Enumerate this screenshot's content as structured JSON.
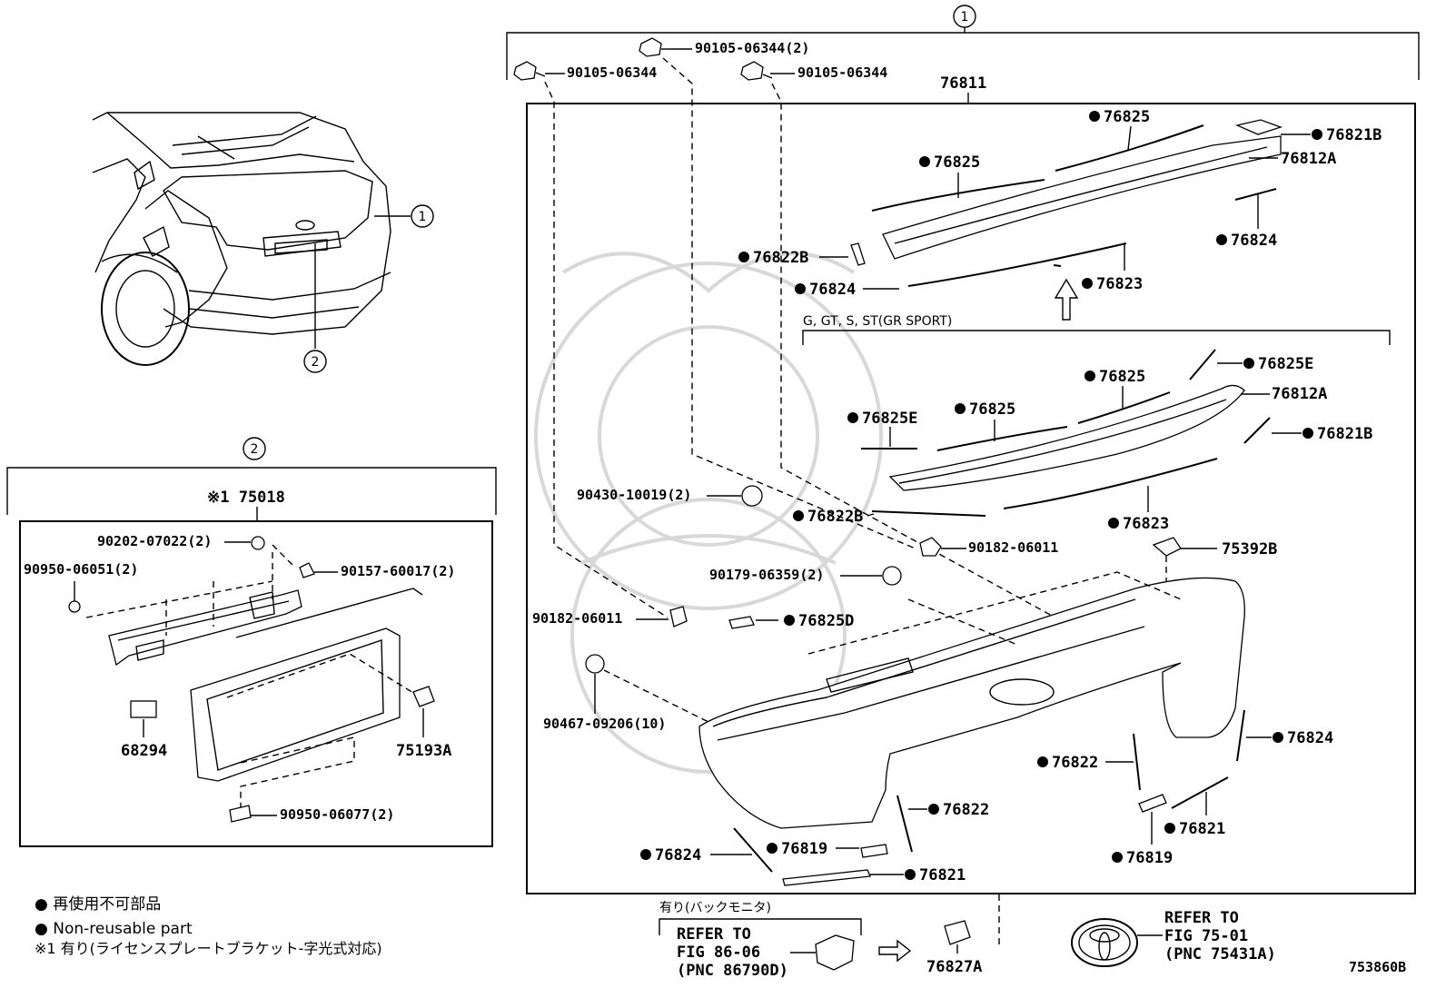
{
  "diagram_id": "753860B",
  "callouts": {
    "c1": "1",
    "c2": "2"
  },
  "group2": {
    "title": "※1 75018"
  },
  "labels": {
    "p90105_2": "90105-06344(2)",
    "p90105_a": "90105-06344",
    "p90105_b": "90105-06344",
    "p76811": "76811",
    "p76825_top": "76825",
    "p76821B_top": "76821B",
    "p76825_left": "76825",
    "p76812A_top": "76812A",
    "p76824_right": "76824",
    "p76822B_top": "76822B",
    "p76824_left": "76824",
    "p76823_top": "76823",
    "variant": "G, GT, S, ST(GR SPORT)",
    "p76825E_r": "76825E",
    "p76825_mid": "76825",
    "p76812A_mid": "76812A",
    "p76825E_l": "76825E",
    "p76825_mid2": "76825",
    "p76821B_mid": "76821B",
    "p90430": "90430-10019(2)",
    "p76822B_mid": "76822B",
    "p76823_mid": "76823",
    "p90182_r": "90182-06011",
    "p75392B": "75392B",
    "p90179": "90179-06359(2)",
    "p90182_l": "90182-06011",
    "p76825D": "76825D",
    "p90467": "90467-09206(10)",
    "p76824_br": "76824",
    "p76822_r": "76822",
    "p76822_c": "76822",
    "p76821_r": "76821",
    "p76824_bl": "76824",
    "p76819_c": "76819",
    "p76819_r": "76819",
    "p76821_c": "76821",
    "p90202": "90202-07022(2)",
    "p90157": "90157-60017(2)",
    "p90950_51": "90950-06051(2)",
    "p68294": "68294",
    "p75193A": "75193A",
    "p90950_77": "90950-06077(2)",
    "p76827A": "76827A"
  },
  "camera": {
    "title": "有り(バックモニタ)",
    "ref1": "REFER TO",
    "ref2": "FIG 86-06",
    "ref3": "(PNC 86790D)"
  },
  "emblem": {
    "ref1": "REFER TO",
    "ref2": "FIG 75-01",
    "ref3": "(PNC 75431A)"
  },
  "legend": {
    "line1": "● 再使用不可部品",
    "line2": "● Non-reusable part",
    "line3": "※1 有り(ライセンスプレートブラケット-字光式対応)"
  }
}
